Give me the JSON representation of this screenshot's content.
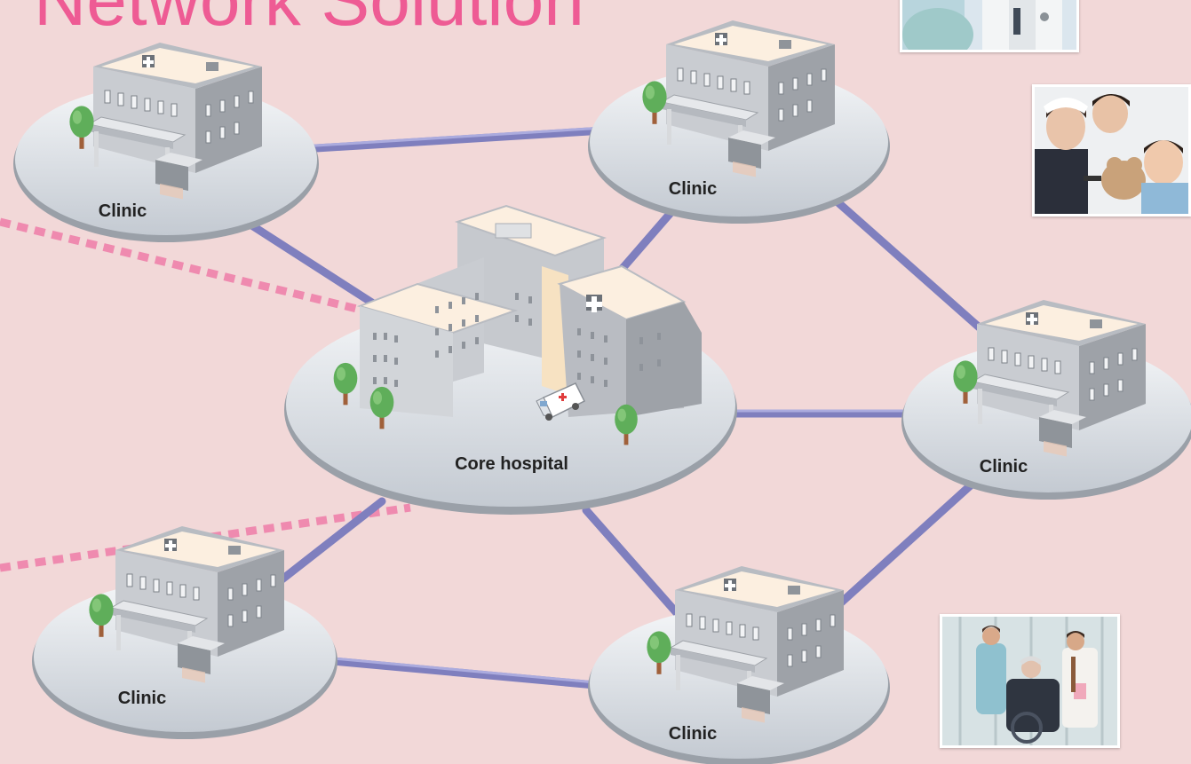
{
  "title": "Network Solution",
  "colors": {
    "background": "#f2d8d8",
    "title": "#ee5b94",
    "link": "#8c8cc8",
    "dashed": "#ef8aaf",
    "platform": "#d7dce2",
    "building": "#c3c6cb",
    "roof": "#fcefe0"
  },
  "nodes": {
    "core": {
      "label": "Core hospital"
    },
    "clinic_top_left": {
      "label": "Clinic"
    },
    "clinic_top_center": {
      "label": "Clinic"
    },
    "clinic_right": {
      "label": "Clinic"
    },
    "clinic_bottom_left": {
      "label": "Clinic"
    },
    "clinic_bottom_center": {
      "label": "Clinic"
    }
  },
  "photos": [
    {
      "name": "doctor-photo",
      "icon": "doctor-photo"
    },
    {
      "name": "nurse-child-photo",
      "icon": "nurse-child-photo"
    },
    {
      "name": "elderly-care-photo",
      "icon": "elderly-care-photo"
    }
  ]
}
